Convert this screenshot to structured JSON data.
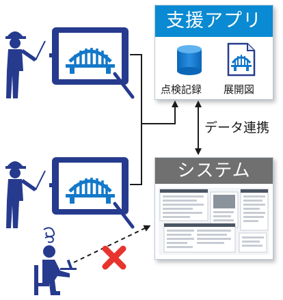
{
  "support_app": {
    "title": "支援アプリ",
    "items": [
      {
        "label": "点検記録",
        "icon": "database-icon"
      },
      {
        "label": "展開図",
        "icon": "bridge-document-icon"
      }
    ]
  },
  "system": {
    "title": "システム"
  },
  "flow": {
    "data_link_label": "データ連携"
  },
  "colors": {
    "app_header": "#0a8ad2",
    "system_header": "#707070",
    "tablet": "#263a8e",
    "bridge": "#1478c8",
    "no_connection": "#e8342e"
  }
}
